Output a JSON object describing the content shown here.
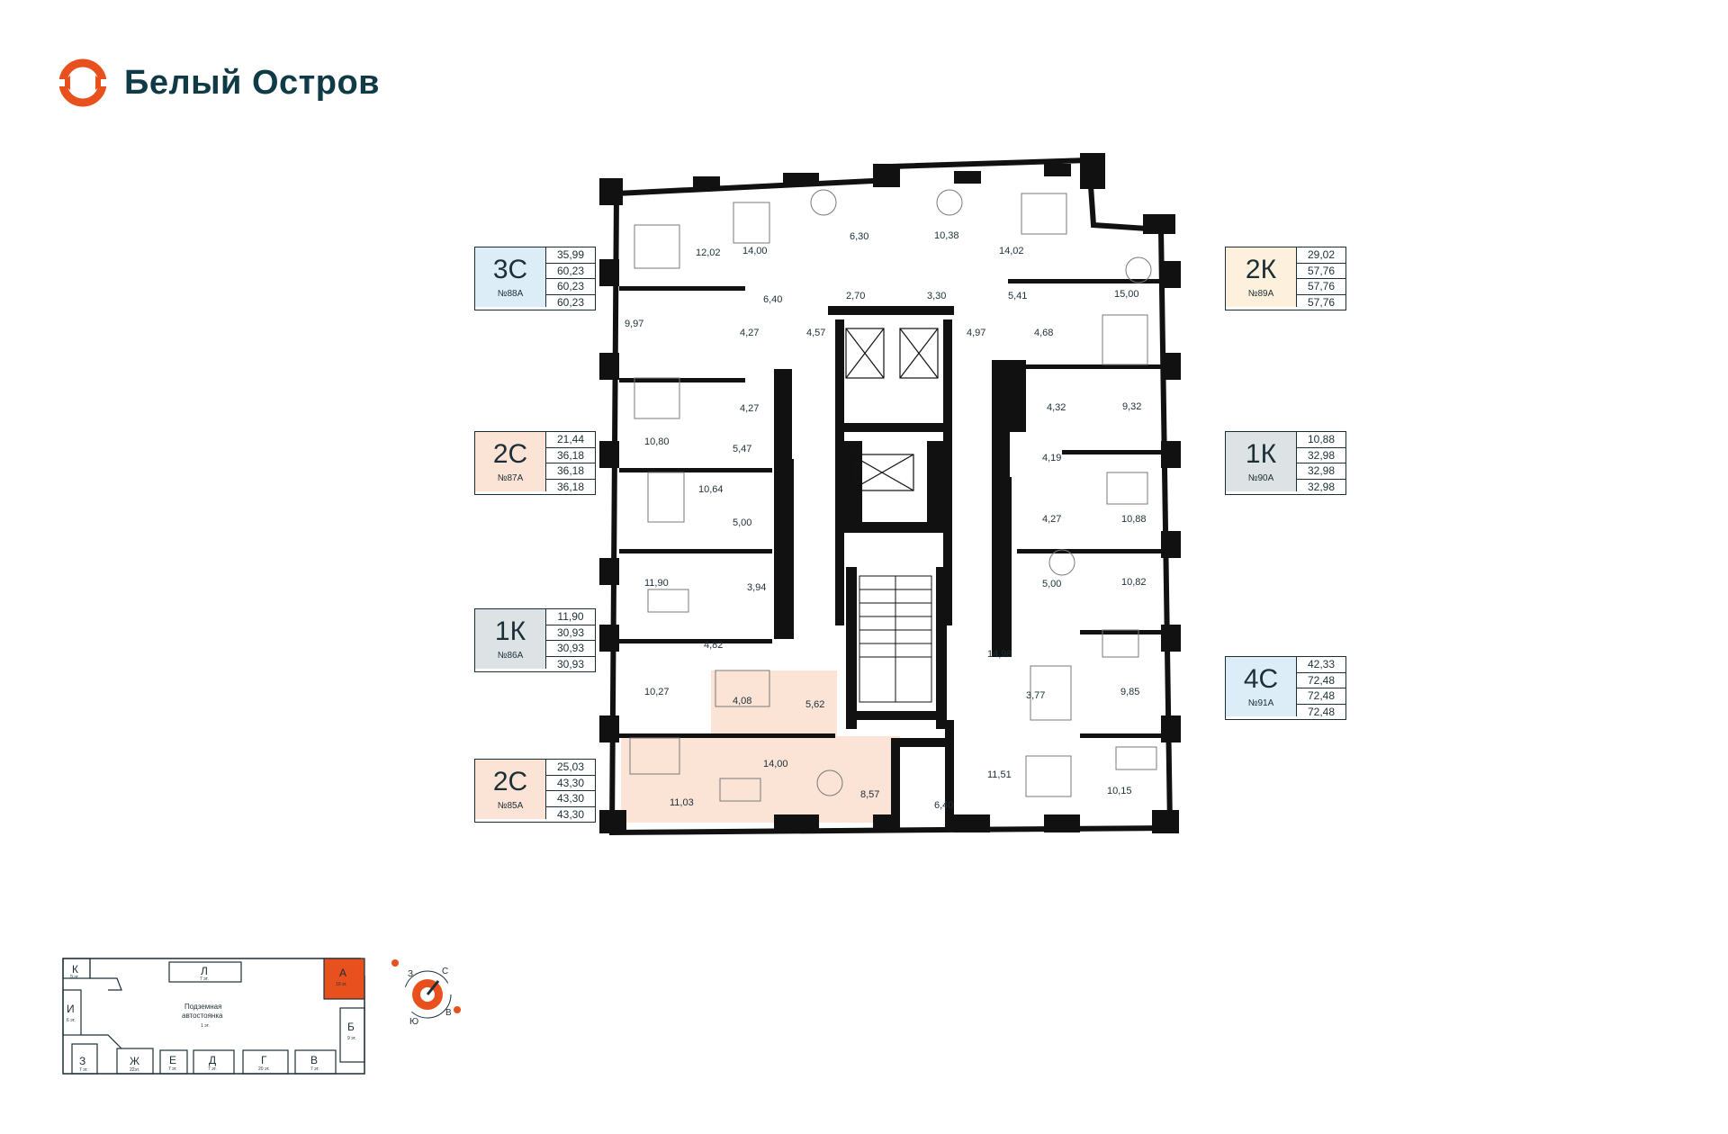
{
  "brand": {
    "name": "Белый Остров",
    "accent": "#e8501e"
  },
  "apartments": [
    {
      "id": "3c",
      "type": "3С",
      "number": "№88А",
      "values": [
        "35,99",
        "60,23",
        "60,23",
        "60,23"
      ],
      "color": "#dcedf8"
    },
    {
      "id": "2c-87",
      "type": "2С",
      "number": "№87А",
      "values": [
        "21,44",
        "36,18",
        "36,18",
        "36,18"
      ],
      "color": "#fbe3d6"
    },
    {
      "id": "1k-86",
      "type": "1К",
      "number": "№86А",
      "values": [
        "11,90",
        "30,93",
        "30,93",
        "30,93"
      ],
      "color": "#dde3e5"
    },
    {
      "id": "2c-85",
      "type": "2С",
      "number": "№85А",
      "values": [
        "25,03",
        "43,30",
        "43,30",
        "43,30"
      ],
      "color": "#fbe3d6"
    },
    {
      "id": "2k",
      "type": "2К",
      "number": "№89А",
      "values": [
        "29,02",
        "57,76",
        "57,76",
        "57,76"
      ],
      "color": "#fdf0dc"
    },
    {
      "id": "1k-90",
      "type": "1К",
      "number": "№90А",
      "values": [
        "10,88",
        "32,98",
        "32,98",
        "32,98"
      ],
      "color": "#dde3e5"
    },
    {
      "id": "4c",
      "type": "4С",
      "number": "№91А",
      "values": [
        "42,33",
        "72,48",
        "72,48",
        "72,48"
      ],
      "color": "#dcedf8"
    }
  ],
  "rooms": [
    "12,02",
    "14,00",
    "6,30",
    "10,38",
    "14,02",
    "6,40",
    "2,70",
    "3,30",
    "5,41",
    "15,00",
    "9,97",
    "4,27",
    "4,57",
    "4,97",
    "4,68",
    "4,27",
    "10,80",
    "5,47",
    "4,32",
    "9,32",
    "10,64",
    "5,00",
    "4,19",
    "4,27",
    "10,88",
    "11,90",
    "3,94",
    "5,00",
    "10,82",
    "4,82",
    "14,98",
    "10,27",
    "4,08",
    "5,62",
    "3,77",
    "9,85",
    "14,00",
    "11,03",
    "8,57",
    "6,40",
    "11,51",
    "10,15"
  ],
  "minimap": {
    "sections": [
      {
        "id": "k",
        "letter": "К",
        "floors": "9 эт."
      },
      {
        "id": "l",
        "letter": "Л",
        "floors": "7 эт."
      },
      {
        "id": "a",
        "letter": "А",
        "floors": "10 эт."
      },
      {
        "id": "i",
        "letter": "И",
        "floors": "6 эт."
      },
      {
        "id": "b",
        "letter": "Б",
        "floors": "9 эт."
      },
      {
        "id": "z",
        "letter": "З",
        "floors": "7 эт."
      },
      {
        "id": "zh",
        "letter": "Ж",
        "floors": "22эт."
      },
      {
        "id": "e",
        "letter": "Е",
        "floors": "7 эт."
      },
      {
        "id": "d",
        "letter": "Д",
        "floors": "7 эт."
      },
      {
        "id": "g",
        "letter": "Г",
        "floors": "20 эт."
      },
      {
        "id": "v",
        "letter": "В",
        "floors": "7 эт."
      }
    ],
    "parking": {
      "line1": "Подземная",
      "line2": "автостоянка",
      "floors": "1 эт."
    }
  },
  "compass": {
    "w": "З",
    "n": "С",
    "s": "Ю",
    "e": "В"
  }
}
